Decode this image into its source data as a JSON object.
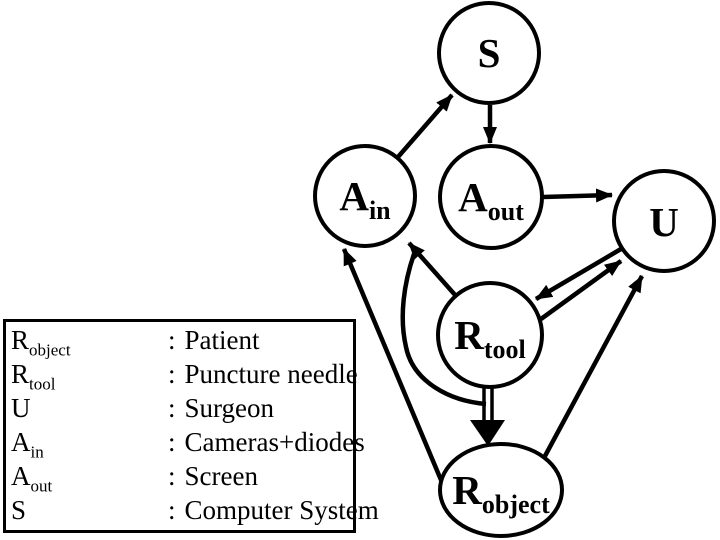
{
  "colors": {
    "ink": "#000000",
    "background": "#ffffff"
  },
  "diagram": {
    "nodes": [
      {
        "id": "S",
        "base": "S",
        "sub": ""
      },
      {
        "id": "A_in",
        "base": "A",
        "sub": "in"
      },
      {
        "id": "A_out",
        "base": "A",
        "sub": "out"
      },
      {
        "id": "U",
        "base": "U",
        "sub": ""
      },
      {
        "id": "R_tool",
        "base": "R",
        "sub": "tool"
      },
      {
        "id": "R_object",
        "base": "R",
        "sub": "object"
      }
    ],
    "edges": [
      {
        "from": "A_in",
        "to": "S",
        "style": "arrow"
      },
      {
        "from": "S",
        "to": "A_out",
        "style": "arrow"
      },
      {
        "from": "A_out",
        "to": "U",
        "style": "arrow"
      },
      {
        "from": "U",
        "to": "R_tool",
        "style": "arrow"
      },
      {
        "from": "R_tool",
        "to": "U",
        "style": "arrow"
      },
      {
        "from": "R_tool",
        "to": "A_in",
        "style": "arrow"
      },
      {
        "from": "R_tool",
        "to": "A_in",
        "style": "curved-line"
      },
      {
        "from": "R_tool",
        "to": "R_object",
        "style": "double-arrow"
      },
      {
        "from": "R_object",
        "to": "A_in",
        "style": "arrow"
      },
      {
        "from": "R_object",
        "to": "U",
        "style": "arrow"
      }
    ]
  },
  "legend": {
    "colon": ":",
    "rows": [
      {
        "base": "R",
        "sub": "object",
        "desc": "Patient"
      },
      {
        "base": "R",
        "sub": "tool",
        "desc": "Puncture needle"
      },
      {
        "base": "U",
        "sub": "",
        "desc": "Surgeon"
      },
      {
        "base": "A",
        "sub": "in",
        "desc": "Cameras+diodes"
      },
      {
        "base": "A",
        "sub": "out",
        "desc": "Screen"
      },
      {
        "base": "S",
        "sub": "",
        "desc": "Computer System"
      }
    ]
  }
}
